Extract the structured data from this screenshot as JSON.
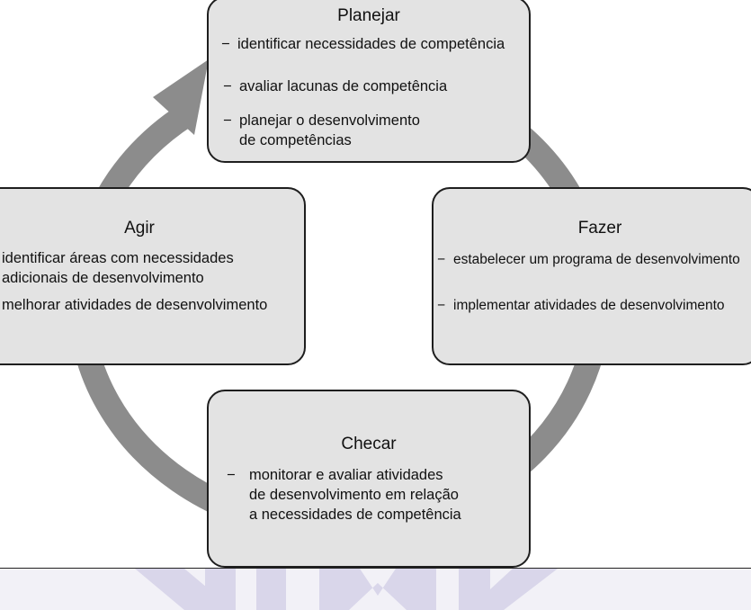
{
  "colors": {
    "arrow": "#8c8c8c",
    "box_fill": "#e3e3e3",
    "box_border": "#1e1e1e",
    "footer_bg": "#f2f1f7",
    "watermark": "#d9d6ea"
  },
  "planejar": {
    "title": "Planejar",
    "items": [
      "identificar necessidades de competência",
      "avaliar lacunas de competência",
      "planejar o desenvolvimento\nde competências"
    ]
  },
  "fazer": {
    "title": "Fazer",
    "items": [
      "estabelecer um programa de desenvolvimento",
      "implementar atividades de desenvolvimento"
    ]
  },
  "checar": {
    "title": "Checar",
    "items": [
      "monitorar e avaliar atividades\nde desenvolvimento em relação\na necessidades de competência"
    ]
  },
  "agir": {
    "title": "Agir",
    "items": [
      "identificar áreas com necessidades\nadicionais de desenvolvimento",
      "melhorar atividades de desenvolvimento"
    ]
  },
  "dash": "−"
}
